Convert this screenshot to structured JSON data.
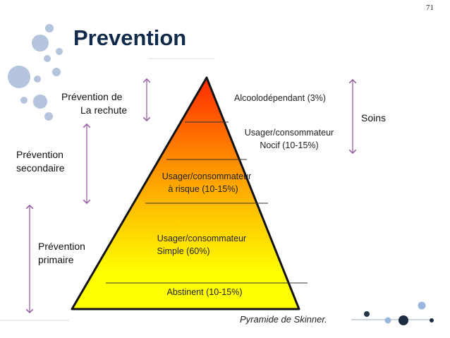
{
  "page_number": "71",
  "title": "Prevention",
  "left_labels": {
    "rechute": [
      "Prévention de",
      "La rechute"
    ],
    "secondaire": [
      "Prévention",
      "secondaire"
    ],
    "primaire": [
      "Prévention",
      "primaire"
    ]
  },
  "right_label": "Soins",
  "pyramid": {
    "levels": [
      {
        "lines": [
          "Alcoolodépendant (3%)"
        ]
      },
      {
        "lines": [
          "Usager/consommateur",
          "Nocif (10-15%)"
        ]
      },
      {
        "lines": [
          "Usager/consommateur",
          "à risque (10-15%)"
        ]
      },
      {
        "lines": [
          "Usager/consommateur",
          "Simple (60%)"
        ]
      },
      {
        "lines": [
          "Abstinent (10-15%)"
        ]
      }
    ],
    "caption": "Pyramide de Skinner."
  },
  "colors": {
    "title": "#0f2a4a",
    "arrow": "#9b5ea6",
    "top": "#ff2a00",
    "bottom": "#ffff00",
    "bubble": "#b4c4dc"
  }
}
